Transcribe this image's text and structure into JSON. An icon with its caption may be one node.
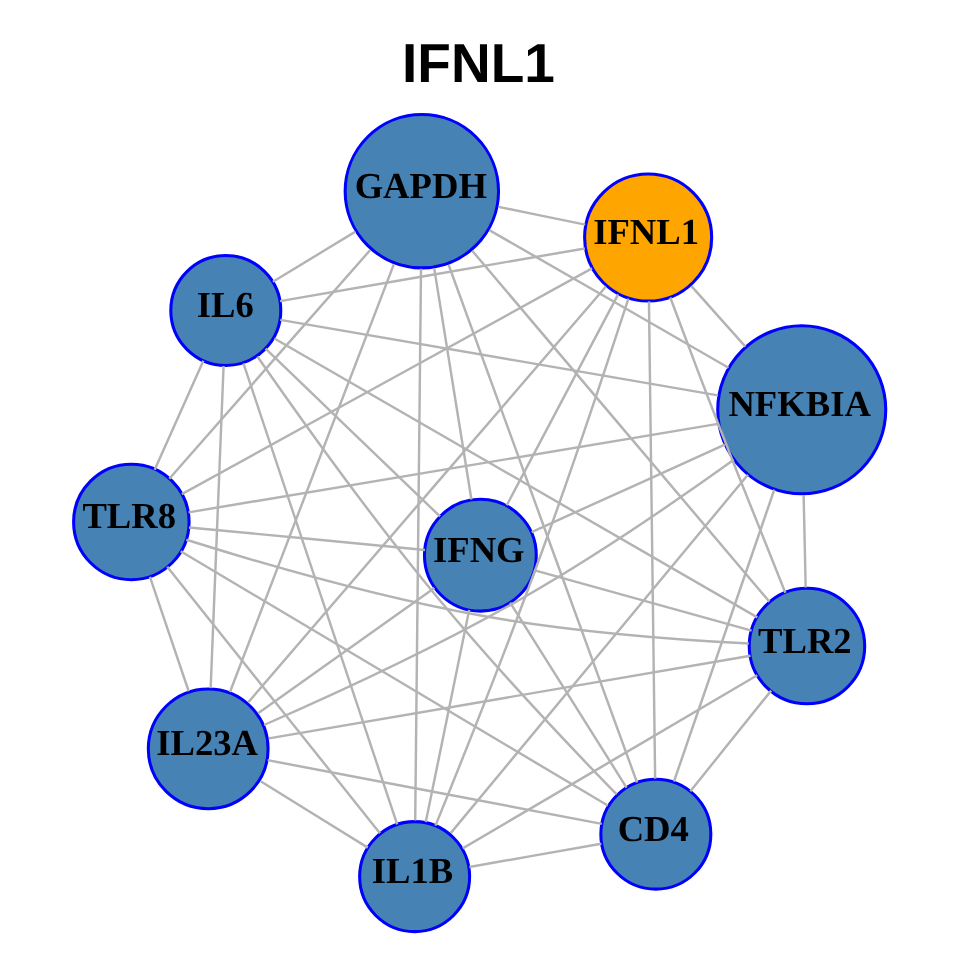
{
  "diagram": {
    "title": "IFNL1",
    "nodes": [
      {
        "text": [
          "TLR8"
        ]
      },
      {
        "text": [
          "NFKBIA"
        ]
      },
      {
        "text": [
          "IL1B"
        ]
      },
      {
        "text": [
          "GAPDH"
        ]
      },
      {
        "text": [
          "IFNL1"
        ]
      },
      {
        "text": [
          "IL6"
        ]
      },
      {
        "text": [
          "IL23A"
        ]
      },
      {
        "text": [
          "TLR2"
        ]
      },
      {
        "text": [
          "IFNG"
        ]
      },
      {
        "text": [
          "CD4"
        ]
      }
    ],
    "edges": [
      {
        "from": 0,
        "to": 1,
        "arrow": "none"
      },
      {
        "from": 0,
        "to": 2,
        "arrow": "none"
      },
      {
        "from": 0,
        "to": 3,
        "arrow": "none"
      },
      {
        "from": 0,
        "to": 4,
        "arrow": "none"
      },
      {
        "from": 0,
        "to": 5,
        "arrow": "none"
      },
      {
        "from": 0,
        "to": 6,
        "arrow": "none"
      },
      {
        "from": 0,
        "to": 7,
        "arrow": "none"
      },
      {
        "from": 0,
        "to": 8,
        "arrow": "none"
      },
      {
        "from": 0,
        "to": 9,
        "arrow": "none"
      },
      {
        "from": 1,
        "to": 2,
        "arrow": "none"
      },
      {
        "from": 1,
        "to": 3,
        "arrow": "none"
      },
      {
        "from": 1,
        "to": 4,
        "arrow": "none"
      },
      {
        "from": 1,
        "to": 5,
        "arrow": "none"
      },
      {
        "from": 1,
        "to": 6,
        "arrow": "none"
      },
      {
        "from": 1,
        "to": 7,
        "arrow": "none"
      },
      {
        "from": 1,
        "to": 8,
        "arrow": "none"
      },
      {
        "from": 1,
        "to": 9,
        "arrow": "none"
      },
      {
        "from": 2,
        "to": 3,
        "arrow": "none"
      },
      {
        "from": 2,
        "to": 4,
        "arrow": "none"
      },
      {
        "from": 2,
        "to": 5,
        "arrow": "none"
      },
      {
        "from": 2,
        "to": 6,
        "arrow": "none"
      },
      {
        "from": 2,
        "to": 7,
        "arrow": "none"
      },
      {
        "from": 2,
        "to": 8,
        "arrow": "none"
      },
      {
        "from": 2,
        "to": 9,
        "arrow": "none"
      },
      {
        "from": 3,
        "to": 4,
        "arrow": "none"
      },
      {
        "from": 3,
        "to": 5,
        "arrow": "none"
      },
      {
        "from": 3,
        "to": 6,
        "arrow": "none"
      },
      {
        "from": 3,
        "to": 7,
        "arrow": "none"
      },
      {
        "from": 3,
        "to": 8,
        "arrow": "none"
      },
      {
        "from": 3,
        "to": 9,
        "arrow": "none"
      },
      {
        "from": 4,
        "to": 5,
        "arrow": "none"
      },
      {
        "from": 4,
        "to": 6,
        "arrow": "none"
      },
      {
        "from": 4,
        "to": 7,
        "arrow": "none"
      },
      {
        "from": 4,
        "to": 8,
        "arrow": "none"
      },
      {
        "from": 4,
        "to": 9,
        "arrow": "none"
      },
      {
        "from": 5,
        "to": 6,
        "arrow": "none"
      },
      {
        "from": 5,
        "to": 7,
        "arrow": "none"
      },
      {
        "from": 5,
        "to": 8,
        "arrow": "none"
      },
      {
        "from": 5,
        "to": 9,
        "arrow": "none"
      },
      {
        "from": 6,
        "to": 7,
        "arrow": "none"
      },
      {
        "from": 6,
        "to": 8,
        "arrow": "none"
      },
      {
        "from": 6,
        "to": 9,
        "arrow": "none"
      },
      {
        "from": 7,
        "to": 8,
        "arrow": "none"
      },
      {
        "from": 7,
        "to": 9,
        "arrow": "none"
      },
      {
        "from": 8,
        "to": 9,
        "arrow": "none"
      }
    ]
  }
}
